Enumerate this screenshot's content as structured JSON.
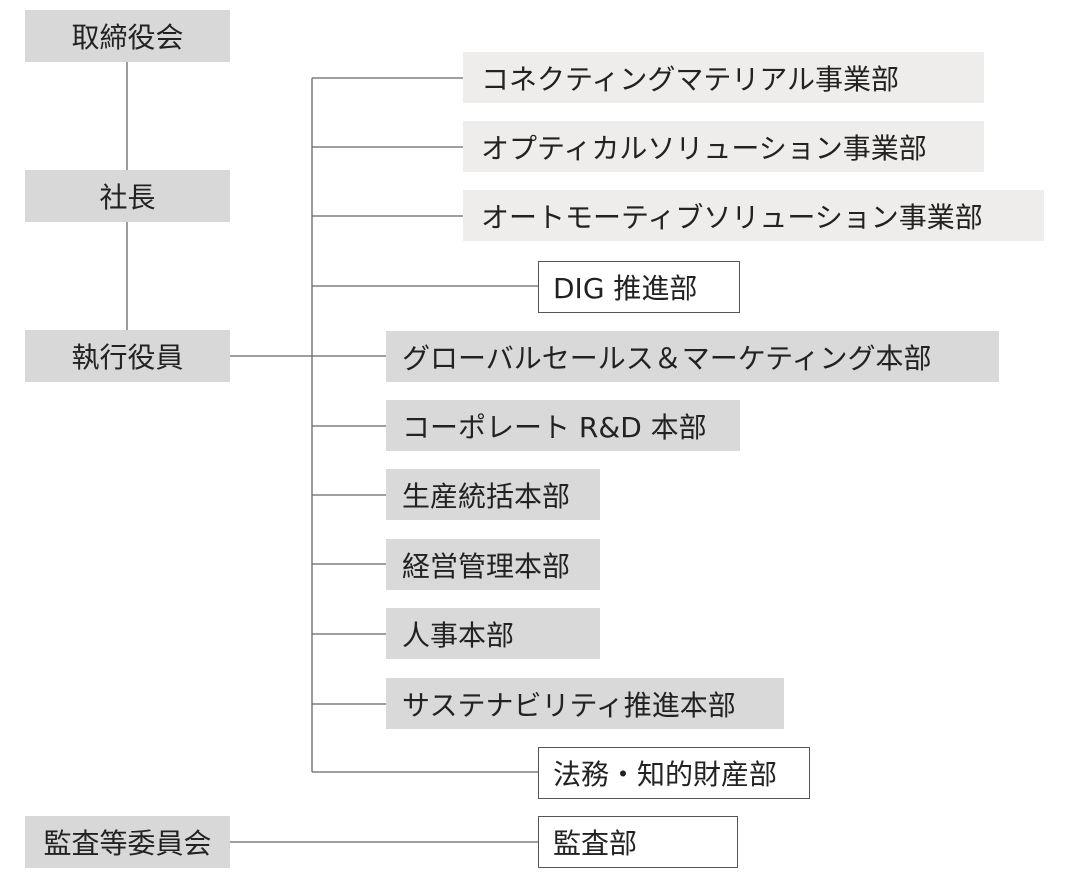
{
  "governance": {
    "board": "取締役会",
    "president": "社長",
    "executive_officers": "執行役員",
    "audit_committee": "監査等委員会"
  },
  "business_divisions": [
    "コネクティングマテリアル事業部",
    "オプティカルソリューション事業部",
    "オートモーティブソリューション事業部"
  ],
  "dig": "DIG 推進部",
  "headquarters": [
    "グローバルセールス＆マーケティング本部",
    "コーポレート R&D 本部",
    "生産統括本部",
    "経営管理本部",
    "人事本部",
    "サステナビリティ推進本部"
  ],
  "legal": "法務・知的財産部",
  "audit_dept": "監査部"
}
